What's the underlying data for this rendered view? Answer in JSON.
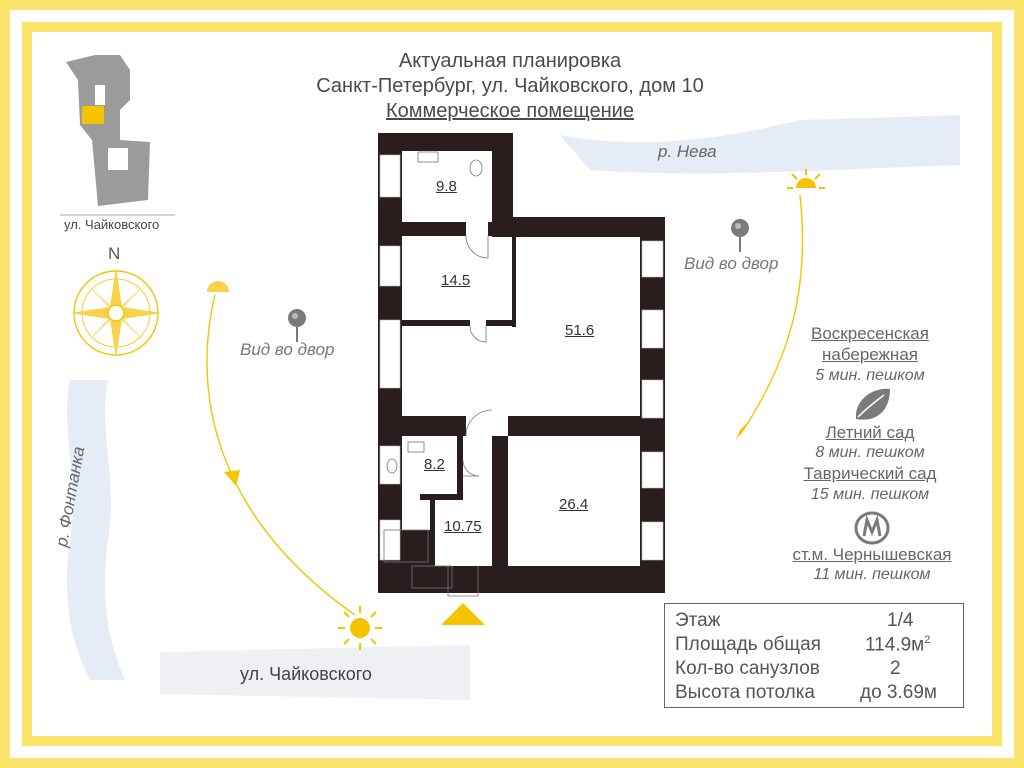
{
  "header": {
    "line1": "Актуальная планировка",
    "line2": "Санкт-Петербург, ул. Чайковского, дом 10",
    "line3": "Коммерческое помещение"
  },
  "map": {
    "street_label": "ул. Чайковского",
    "compass_north": "N"
  },
  "rivers": {
    "neva": "р. Нева",
    "fontanka": "р. Фонтанка"
  },
  "street_bottom": "ул. Чайковского",
  "views": {
    "left": "Вид во двор",
    "right": "Вид во двор"
  },
  "rooms": [
    {
      "id": "room-9-8",
      "area": "9.8"
    },
    {
      "id": "room-14-5",
      "area": "14.5"
    },
    {
      "id": "room-51-6",
      "area": "51.6"
    },
    {
      "id": "room-8-2",
      "area": "8.2"
    },
    {
      "id": "room-10-75",
      "area": "10.75"
    },
    {
      "id": "room-26-4",
      "area": "26.4"
    }
  ],
  "poi": [
    {
      "name_line1": "Воскресенская",
      "name_line2": "набережная",
      "time": "5 мин. пешком",
      "icon": "leaf-icon"
    },
    {
      "name_line1": "Летний сад",
      "time": "8 мин. пешком"
    },
    {
      "name_line1": "Таврический сад",
      "time": "15 мин. пешком",
      "icon": "metro-icon"
    },
    {
      "name_line1": "ст.м. Чернышевская",
      "time": "11 мин. пешком"
    }
  ],
  "info": {
    "rows": [
      {
        "label": "Этаж",
        "value": "1/4"
      },
      {
        "label": "Площадь общая",
        "value": "114.9м",
        "sup": "2"
      },
      {
        "label": "Кол-во санузлов",
        "value": "2"
      },
      {
        "label": "Высота потолка",
        "value": "до 3.69м"
      }
    ]
  },
  "colors": {
    "frame_yellow": "#fde36a",
    "accent_yellow": "#f5c400",
    "wall": "#2a1d1d",
    "river": "#e3eaf4",
    "map_gray": "#9b9b9b"
  }
}
